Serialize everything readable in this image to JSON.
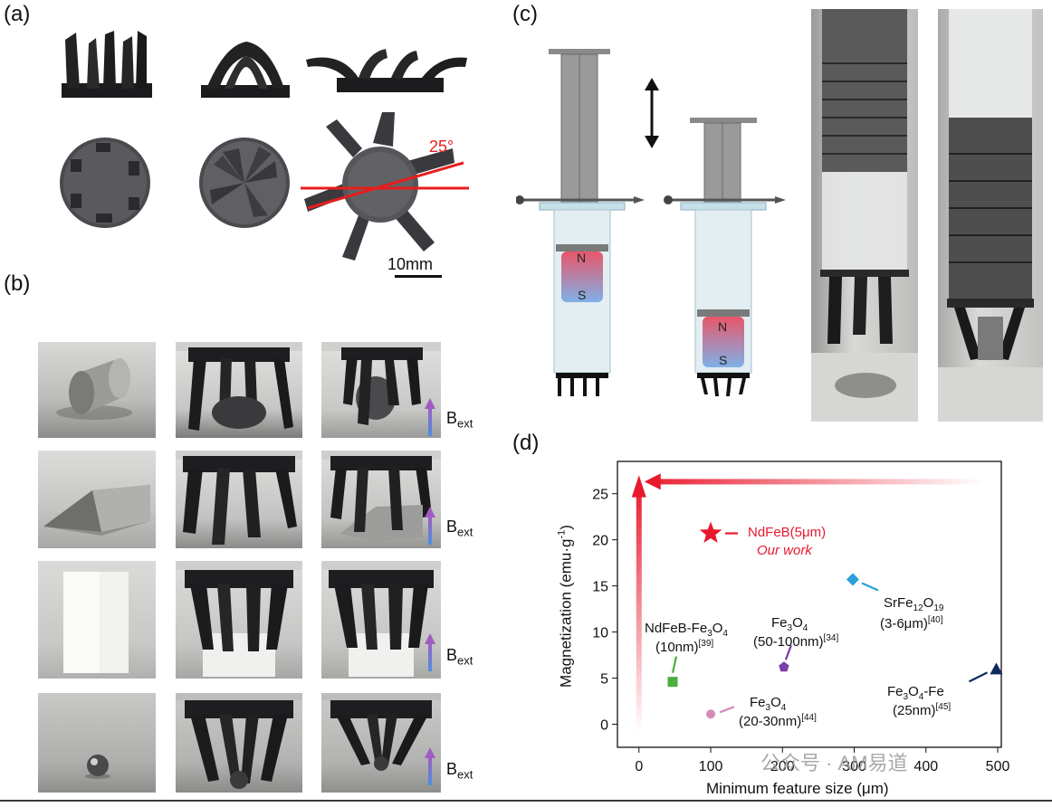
{
  "panels": {
    "a": "(a)",
    "b": "(b)",
    "c": "(c)",
    "d": "(d)"
  },
  "panel_a": {
    "angle_label": "25°",
    "scale_label": "10mm"
  },
  "panel_b": {
    "field_label_main": "B",
    "field_label_sub": "ext"
  },
  "panel_c": {
    "magnet_top": "N",
    "magnet_bottom": "S"
  },
  "chart_data": {
    "type": "scatter",
    "title": "",
    "xlabel": "Minimum feature size (μm)",
    "ylabel": "Magnetization (emu·g",
    "ylabel_sup": "-1",
    "ylabel_end": ")",
    "xlim": [
      -30,
      505
    ],
    "ylim": [
      -2.5,
      28.5
    ],
    "xticks": [
      0,
      100,
      200,
      300,
      400,
      500
    ],
    "yticks": [
      0,
      5,
      10,
      15,
      20,
      25
    ],
    "points": [
      {
        "name": "NdFeB(5μm)",
        "note": "Our work",
        "x": 100,
        "y": 20.7,
        "marker": "star",
        "color": "#e8192c"
      },
      {
        "name": "SrFe12O19",
        "label_main": "SrFe",
        "label_sub1": "12",
        "label_mid": "O",
        "label_sub2": "19",
        "detail": "(3-6μm)",
        "ref": "[40]",
        "x": 298,
        "y": 15.7,
        "marker": "diamond",
        "color": "#2a9fd8"
      },
      {
        "name": "NdFeB-Fe3O4",
        "label_main": "NdFeB-Fe",
        "label_sub1": "3",
        "label_mid": "O",
        "label_sub2": "4",
        "detail": "(10nm)",
        "ref": "[39]",
        "x": 47,
        "y": 4.6,
        "marker": "square",
        "color": "#4caf3e"
      },
      {
        "name": "Fe3O4 (50-100nm)",
        "label_main": "Fe",
        "label_sub1": "3",
        "label_mid": "O",
        "label_sub2": "4",
        "detail": "(50-100nm)",
        "ref": "[34]",
        "x": 202,
        "y": 6.2,
        "marker": "pentagon",
        "color": "#7b3fa8"
      },
      {
        "name": "Fe3O4 (20-30nm)",
        "label_main": "Fe",
        "label_sub1": "3",
        "label_mid": "O",
        "label_sub2": "4",
        "detail": "(20-30nm)",
        "ref": "[44]",
        "x": 100,
        "y": 1.1,
        "marker": "circle",
        "color": "#d88ab8"
      },
      {
        "name": "Fe3O4-Fe",
        "label_main": "Fe",
        "label_sub1": "3",
        "label_mid": "O",
        "label_sub2": "4",
        "label_tail": "-Fe",
        "detail": "(25nm)",
        "ref": "[45]",
        "x": 498,
        "y": 6.0,
        "marker": "triangle",
        "color": "#0f2a5e"
      }
    ],
    "grid": false,
    "legend": "none"
  },
  "watermark": "公众号 · AM易道"
}
